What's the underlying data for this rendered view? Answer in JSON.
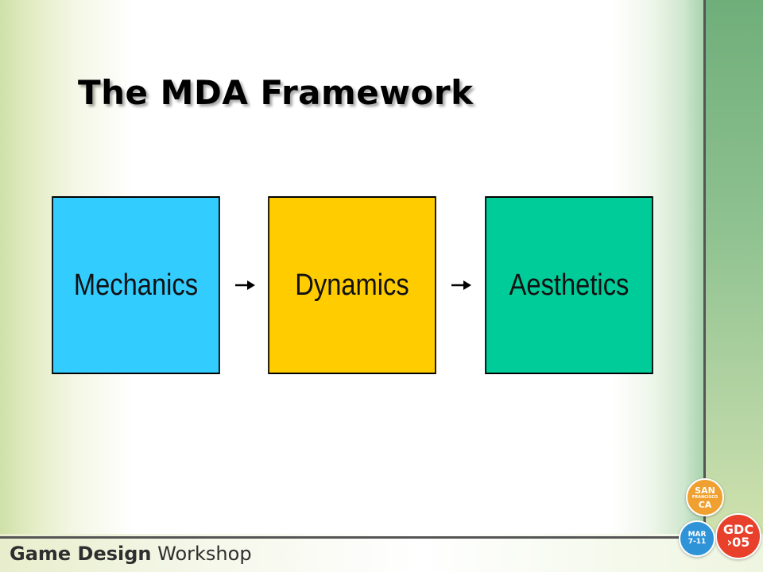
{
  "slide": {
    "title": "The MDA Framework"
  },
  "diagram": {
    "boxes": [
      {
        "label": "Mechanics",
        "color": "#33ccff"
      },
      {
        "label": "Dynamics",
        "color": "#ffcc00"
      },
      {
        "label": "Aesthetics",
        "color": "#00cc99"
      }
    ]
  },
  "footer": {
    "bold_text": "Game Design",
    "text": " Workshop"
  },
  "logo": {
    "top_line1": "SAN",
    "top_line2": "FRANCISCO",
    "top_line3": "CA",
    "main_line1": "GDC",
    "main_line2": "›05",
    "date_line1": "MAR",
    "date_line2": "7-11"
  },
  "colors": {
    "divider": "#555555",
    "logo_orange": "#f0a030",
    "logo_red": "#e8402a",
    "logo_blue": "#2f93d8"
  }
}
